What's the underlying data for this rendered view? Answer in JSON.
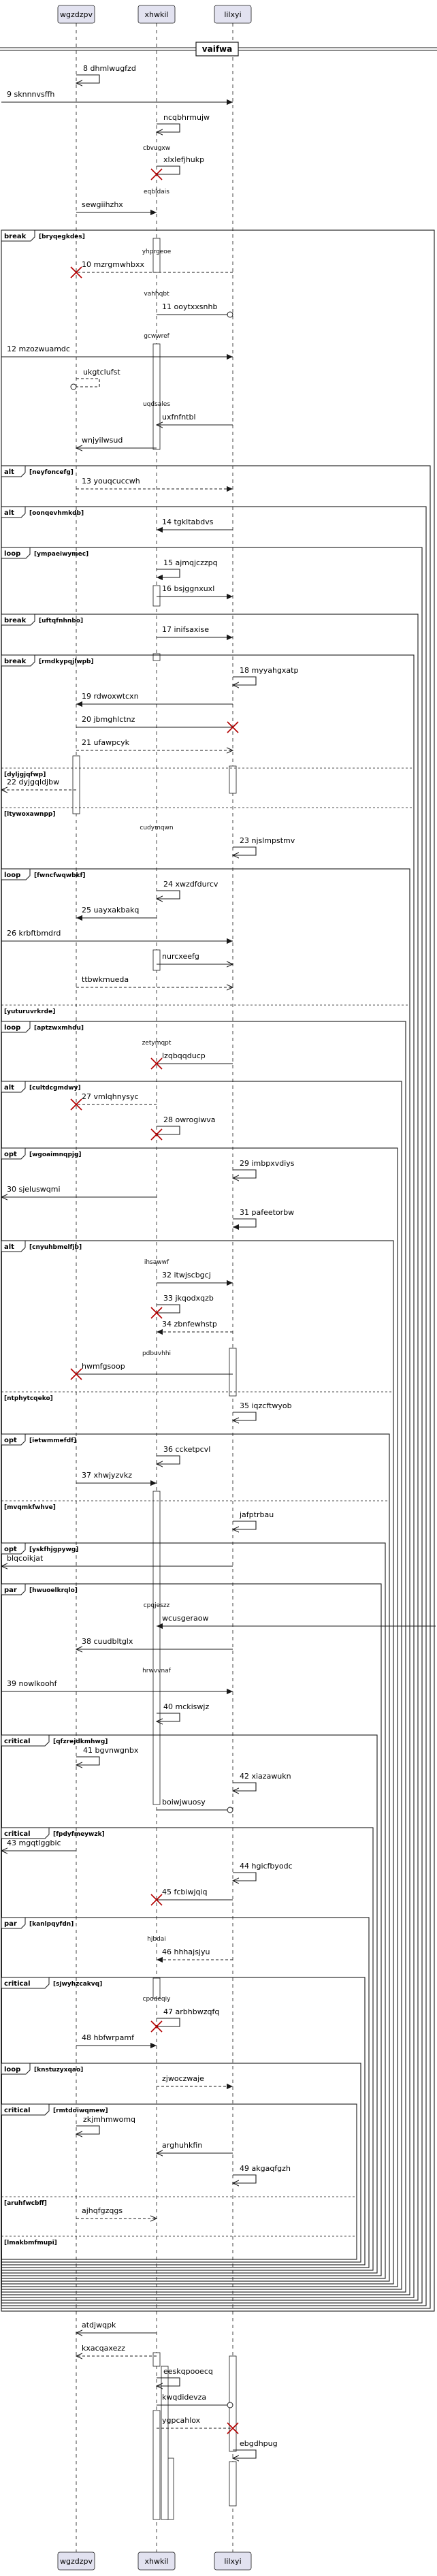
{
  "participants": [
    {
      "id": "wgzdzpv",
      "label": "wgzdzpv"
    },
    {
      "id": "xhwkil",
      "label": "xhwkil"
    },
    {
      "id": "lilxyi",
      "label": "lilxyi"
    }
  ],
  "title_divider": "vaifwa",
  "steps": [
    {
      "kind": "msg",
      "num": "8",
      "label": "dhmlwugfzd",
      "from": "wgzdzpv",
      "to": "wgzdzpv",
      "style": "solid",
      "head": "open"
    },
    {
      "kind": "msg",
      "num": "9",
      "label": "sknnnvsffh",
      "from": "left",
      "to": "lilxyi",
      "style": "solid",
      "head": "filled"
    },
    {
      "kind": "msg",
      "num": "",
      "label": "ncqbhrmujw",
      "from": "xhwkil",
      "to": "xhwkil",
      "style": "solid",
      "head": "open"
    },
    {
      "kind": "msg",
      "num": "",
      "label": "cbvugxw",
      "from": "xhwkil",
      "to": "xhwkil",
      "style": "note"
    },
    {
      "kind": "msg",
      "num": "",
      "label": "xlxlefjhukp",
      "from": "xhwkil",
      "to": "xhwkil",
      "style": "solid",
      "head": "cross"
    },
    {
      "kind": "note",
      "label": "eqbldais"
    },
    {
      "kind": "msg",
      "num": "",
      "label": "sewgiihzhx",
      "from": "wgzdzpv",
      "to": "xhwkil",
      "style": "solid",
      "head": "filled"
    },
    {
      "kind": "frame",
      "label": "break",
      "cond": "[bryqegkdes]"
    },
    {
      "kind": "note",
      "label": "yhprgeoe"
    },
    {
      "kind": "msg",
      "num": "10",
      "label": "mzrgmwhbxx",
      "from": "lilxyi",
      "to": "wgzdzpv",
      "style": "dashed",
      "head": "cross"
    },
    {
      "kind": "note",
      "label": "vahhqbt"
    },
    {
      "kind": "msg",
      "num": "11",
      "label": "ooytxxsnhb",
      "from": "xhwkil",
      "to": "lilxyi",
      "style": "solid",
      "head": "circle"
    },
    {
      "kind": "note",
      "label": "gcwwref"
    },
    {
      "kind": "msg",
      "num": "12",
      "label": "mzozwuamdc",
      "from": "left",
      "to": "lilxyi",
      "style": "solid",
      "head": "filled"
    },
    {
      "kind": "msg",
      "num": "",
      "label": "ukgtclufst",
      "from": "wgzdzpv",
      "to": "wgzdzpv",
      "style": "dashed",
      "head": "circle"
    },
    {
      "kind": "note",
      "label": "uqdsales"
    },
    {
      "kind": "msg",
      "num": "",
      "label": "uxfnfntbl",
      "from": "lilxyi",
      "to": "xhwkil",
      "style": "solid",
      "head": "open"
    },
    {
      "kind": "msg",
      "num": "",
      "label": "wnjyilwsud",
      "from": "xhwkil",
      "to": "wgzdzpv",
      "style": "solid",
      "head": "open"
    },
    {
      "kind": "frame",
      "label": "alt",
      "cond": "[neyfoncefg]"
    },
    {
      "kind": "msg",
      "num": "13",
      "label": "youqcuccwh",
      "from": "wgzdzpv",
      "to": "lilxyi",
      "style": "dashed",
      "head": "filled"
    },
    {
      "kind": "frame",
      "label": "alt",
      "cond": "[oonqevhmkdb]"
    },
    {
      "kind": "msg",
      "num": "14",
      "label": "tgkltabdvs",
      "from": "lilxyi",
      "to": "xhwkil",
      "style": "solid",
      "head": "filled"
    },
    {
      "kind": "frame",
      "label": "loop",
      "cond": "[ympaeiwymec]"
    },
    {
      "kind": "msg",
      "num": "15",
      "label": "ajmqjczzpq",
      "from": "xhwkil",
      "to": "xhwkil",
      "style": "solid",
      "head": "filled"
    },
    {
      "kind": "msg",
      "num": "16",
      "label": "bsjggnxuxl",
      "from": "xhwkil",
      "to": "lilxyi",
      "style": "solid",
      "head": "filled"
    },
    {
      "kind": "frame",
      "label": "break",
      "cond": "[uftqfnhnbo]"
    },
    {
      "kind": "msg",
      "num": "17",
      "label": "inifsaxise",
      "from": "xhwkil",
      "to": "lilxyi",
      "style": "solid",
      "head": "filled"
    },
    {
      "kind": "frame",
      "label": "break",
      "cond": "[rmdkypqjlwpb]"
    },
    {
      "kind": "msg",
      "num": "18",
      "label": "myyahgxatp",
      "from": "lilxyi",
      "to": "lilxyi",
      "style": "solid",
      "head": "open"
    },
    {
      "kind": "msg",
      "num": "19",
      "label": "rdwoxwtcxn",
      "from": "lilxyi",
      "to": "wgzdzpv",
      "style": "solid",
      "head": "filled"
    },
    {
      "kind": "msg",
      "num": "20",
      "label": "jbmghlctnz",
      "from": "wgzdzpv",
      "to": "lilxyi",
      "style": "solid",
      "head": "cross"
    },
    {
      "kind": "msg",
      "num": "21",
      "label": "ufawpcyk",
      "from": "wgzdzpv",
      "to": "lilxyi",
      "style": "dashed",
      "head": "open"
    },
    {
      "kind": "else",
      "cond": "[dyljgjqfwp]"
    },
    {
      "kind": "msg",
      "num": "22",
      "label": "dyjgqldjbw",
      "from": "wgzdzpv",
      "to": "left",
      "style": "dashed",
      "head": "open"
    },
    {
      "kind": "else",
      "cond": "[ltywoxawnpp]"
    },
    {
      "kind": "note",
      "label": "cudymqwn"
    },
    {
      "kind": "msg",
      "num": "23",
      "label": "njslmpstmv",
      "from": "lilxyi",
      "to": "lilxyi",
      "style": "solid",
      "head": "open"
    },
    {
      "kind": "frame",
      "label": "loop",
      "cond": "[fwncfwqwbkf]"
    },
    {
      "kind": "msg",
      "num": "24",
      "label": "xwzdfdurcv",
      "from": "xhwkil",
      "to": "xhwkil",
      "style": "solid",
      "head": "open"
    },
    {
      "kind": "msg",
      "num": "25",
      "label": "uayxakbakq",
      "from": "xhwkil",
      "to": "wgzdzpv",
      "style": "solid",
      "head": "filled"
    },
    {
      "kind": "msg",
      "num": "26",
      "label": "krbftbmdrd",
      "from": "left",
      "to": "lilxyi",
      "style": "solid",
      "head": "filled"
    },
    {
      "kind": "msg",
      "num": "",
      "label": "nurcxeefg",
      "from": "xhwkil",
      "to": "lilxyi",
      "style": "solid",
      "head": "open"
    },
    {
      "kind": "msg",
      "num": "",
      "label": "ttbwkmueda",
      "from": "wgzdzpv",
      "to": "lilxyi",
      "style": "dashed",
      "head": "open"
    },
    {
      "kind": "else",
      "cond": "[yuturuvrkrde]"
    },
    {
      "kind": "frame",
      "label": "loop",
      "cond": "[aptzwxmhdu]"
    },
    {
      "kind": "note",
      "label": "zetymqpt"
    },
    {
      "kind": "msg",
      "num": "",
      "label": "lzqbqqducp",
      "from": "lilxyi",
      "to": "xhwkil",
      "style": "solid",
      "head": "cross"
    },
    {
      "kind": "frame",
      "label": "alt",
      "cond": "[cultdcgmdwy]"
    },
    {
      "kind": "msg",
      "num": "27",
      "label": "vmlqhnysyc",
      "from": "xhwkil",
      "to": "wgzdzpv",
      "style": "dashed",
      "head": "cross"
    },
    {
      "kind": "msg",
      "num": "28",
      "label": "owrogiwva",
      "from": "xhwkil",
      "to": "xhwkil",
      "style": "solid",
      "head": "cross"
    },
    {
      "kind": "frame",
      "label": "opt",
      "cond": "[wgoaimnqpjg]"
    },
    {
      "kind": "msg",
      "num": "29",
      "label": "imbpxvdiys",
      "from": "lilxyi",
      "to": "lilxyi",
      "style": "solid",
      "head": "open"
    },
    {
      "kind": "msg",
      "num": "30",
      "label": "sjeluswqmi",
      "from": "xhwkil",
      "to": "left",
      "style": "solid",
      "head": "open"
    },
    {
      "kind": "msg",
      "num": "31",
      "label": "pafeetorbw",
      "from": "lilxyi",
      "to": "lilxyi",
      "style": "solid",
      "head": "filled"
    },
    {
      "kind": "frame",
      "label": "alt",
      "cond": "[cnyuhbmelfjb]"
    },
    {
      "kind": "note",
      "label": "ihsawwf"
    },
    {
      "kind": "msg",
      "num": "32",
      "label": "itwjscbgcj",
      "from": "xhwkil",
      "to": "lilxyi",
      "style": "solid",
      "head": "filled"
    },
    {
      "kind": "msg",
      "num": "33",
      "label": "jkqodxqzb",
      "from": "xhwkil",
      "to": "xhwkil",
      "style": "solid",
      "head": "cross"
    },
    {
      "kind": "msg",
      "num": "34",
      "label": "zbnfewhstp",
      "from": "lilxyi",
      "to": "xhwkil",
      "style": "dashed",
      "head": "filled"
    },
    {
      "kind": "note",
      "label": "pdbuvhhi"
    },
    {
      "kind": "msg",
      "num": "",
      "label": "hwmfgsoop",
      "from": "lilxyi",
      "to": "wgzdzpv",
      "style": "solid",
      "head": "cross"
    },
    {
      "kind": "else",
      "cond": "[ntphytcqeko]"
    },
    {
      "kind": "msg",
      "num": "35",
      "label": "iqzcftwyob",
      "from": "lilxyi",
      "to": "lilxyi",
      "style": "solid",
      "head": "open"
    },
    {
      "kind": "frame",
      "label": "opt",
      "cond": "[ietwmmefdf]"
    },
    {
      "kind": "msg",
      "num": "36",
      "label": "ccketpcvl",
      "from": "xhwkil",
      "to": "xhwkil",
      "style": "solid",
      "head": "open"
    },
    {
      "kind": "msg",
      "num": "37",
      "label": "xhwjyzvkz",
      "from": "wgzdzpv",
      "to": "xhwkil",
      "style": "solid",
      "head": "filled"
    },
    {
      "kind": "else",
      "cond": "[mvqmkfwhve]"
    },
    {
      "kind": "msg",
      "num": "",
      "label": "jafptrbau",
      "from": "lilxyi",
      "to": "lilxyi",
      "style": "solid",
      "head": "open"
    },
    {
      "kind": "frame",
      "label": "opt",
      "cond": "[yskfhjgpywg]"
    },
    {
      "kind": "msg",
      "num": "",
      "label": "blqcoikjat",
      "from": "lilxyi",
      "to": "left",
      "style": "solid",
      "head": "open"
    },
    {
      "kind": "frame",
      "label": "par",
      "cond": "[hwuoelkrqlo]"
    },
    {
      "kind": "note",
      "label": "cpqjeszz"
    },
    {
      "kind": "msg",
      "num": "",
      "label": "wcusgeraow",
      "from": "right",
      "to": "xhwkil",
      "style": "solid",
      "head": "filled"
    },
    {
      "kind": "msg",
      "num": "38",
      "label": "cuudbltglx",
      "from": "lilxyi",
      "to": "wgzdzpv",
      "style": "solid",
      "head": "open"
    },
    {
      "kind": "note",
      "label": "hrwvvnaf"
    },
    {
      "kind": "msg",
      "num": "39",
      "label": "nowlkoohf",
      "from": "left",
      "to": "lilxyi",
      "style": "solid",
      "head": "filled"
    },
    {
      "kind": "msg",
      "num": "40",
      "label": "mckiswjz",
      "from": "xhwkil",
      "to": "xhwkil",
      "style": "solid",
      "head": "open"
    },
    {
      "kind": "frame",
      "label": "critical",
      "cond": "[qfzrejdkmhwg]"
    },
    {
      "kind": "msg",
      "num": "41",
      "label": "bgvnwgnbx",
      "from": "wgzdzpv",
      "to": "wgzdzpv",
      "style": "solid",
      "head": "open"
    },
    {
      "kind": "msg",
      "num": "42",
      "label": "xiazawukn",
      "from": "lilxyi",
      "to": "lilxyi",
      "style": "solid",
      "head": "open"
    },
    {
      "kind": "msg",
      "num": "",
      "label": "boiwjwuosy",
      "from": "xhwkil",
      "to": "lilxyi",
      "style": "solid",
      "head": "circle"
    },
    {
      "kind": "frame",
      "label": "critical",
      "cond": "[fpdyfmeywzk]"
    },
    {
      "kind": "msg",
      "num": "43",
      "label": "mgqtlggbic",
      "from": "wgzdzpv",
      "to": "left",
      "style": "solid",
      "head": "open"
    },
    {
      "kind": "msg",
      "num": "44",
      "label": "hgicfbyodc",
      "from": "lilxyi",
      "to": "lilxyi",
      "style": "solid",
      "head": "open"
    },
    {
      "kind": "msg",
      "num": "45",
      "label": "fcbiwjqiq",
      "from": "lilxyi",
      "to": "xhwkil",
      "style": "solid",
      "head": "cross"
    },
    {
      "kind": "frame",
      "label": "par",
      "cond": "[kanlpqyfdn]"
    },
    {
      "kind": "note",
      "label": "hjbdai"
    },
    {
      "kind": "msg",
      "num": "46",
      "label": "hhhajsjyu",
      "from": "lilxyi",
      "to": "xhwkil",
      "style": "dashed",
      "head": "filled"
    },
    {
      "kind": "frame",
      "label": "critical",
      "cond": "[sjwyhzcakvq]"
    },
    {
      "kind": "note",
      "label": "cpodeqiy"
    },
    {
      "kind": "msg",
      "num": "47",
      "label": "arbhbwzqfq",
      "from": "xhwkil",
      "to": "xhwkil",
      "style": "solid",
      "head": "cross"
    },
    {
      "kind": "msg",
      "num": "48",
      "label": "hbfwrpamf",
      "from": "wgzdzpv",
      "to": "xhwkil",
      "style": "solid",
      "head": "filled"
    },
    {
      "kind": "frame",
      "label": "loop",
      "cond": "[knstuzyxqao]"
    },
    {
      "kind": "msg",
      "num": "",
      "label": "zjwoczwaje",
      "from": "xhwkil",
      "to": "lilxyi",
      "style": "dashed",
      "head": "filled"
    },
    {
      "kind": "frame",
      "label": "critical",
      "cond": "[rmtdoiwqmew]"
    },
    {
      "kind": "msg",
      "num": "",
      "label": "zkjmhmwomq",
      "from": "wgzdzpv",
      "to": "wgzdzpv",
      "style": "solid",
      "head": "open"
    },
    {
      "kind": "msg",
      "num": "",
      "label": "arghuhkfin",
      "from": "lilxyi",
      "to": "xhwkil",
      "style": "solid",
      "head": "open"
    },
    {
      "kind": "msg",
      "num": "49",
      "label": "akgaqfgzh",
      "from": "lilxyi",
      "to": "lilxyi",
      "style": "solid",
      "head": "open"
    },
    {
      "kind": "else",
      "cond": "[aruhfwcbff]"
    },
    {
      "kind": "msg",
      "num": "",
      "label": "ajhqfgzqgs",
      "from": "wgzdzpv",
      "to": "xhwkil",
      "style": "dashed",
      "head": "open"
    },
    {
      "kind": "else",
      "cond": "[lmakbmfmupi]"
    },
    {
      "kind": "endframes",
      "count": 18
    },
    {
      "kind": "msg",
      "num": "",
      "label": "atdjwqpk",
      "from": "xhwkil",
      "to": "wgzdzpv",
      "style": "solid",
      "head": "open"
    },
    {
      "kind": "msg",
      "num": "",
      "label": "kxacqaxezz",
      "from": "xhwkil",
      "to": "wgzdzpv",
      "style": "dashed",
      "head": "open"
    },
    {
      "kind": "msg",
      "num": "",
      "label": "eeskqpooecq",
      "from": "xhwkil",
      "to": "xhwkil",
      "style": "solid",
      "head": "open"
    },
    {
      "kind": "msg",
      "num": "",
      "label": "kwqdidevza",
      "from": "xhwkil",
      "to": "lilxyi",
      "style": "solid",
      "head": "circle"
    },
    {
      "kind": "msg",
      "num": "",
      "label": "ygpcahlox",
      "from": "xhwkil",
      "to": "lilxyi",
      "style": "dashed",
      "head": "cross"
    },
    {
      "kind": "msg",
      "num": "",
      "label": "ebgdhpug",
      "from": "lilxyi",
      "to": "lilxyi",
      "style": "solid",
      "head": "open"
    }
  ]
}
